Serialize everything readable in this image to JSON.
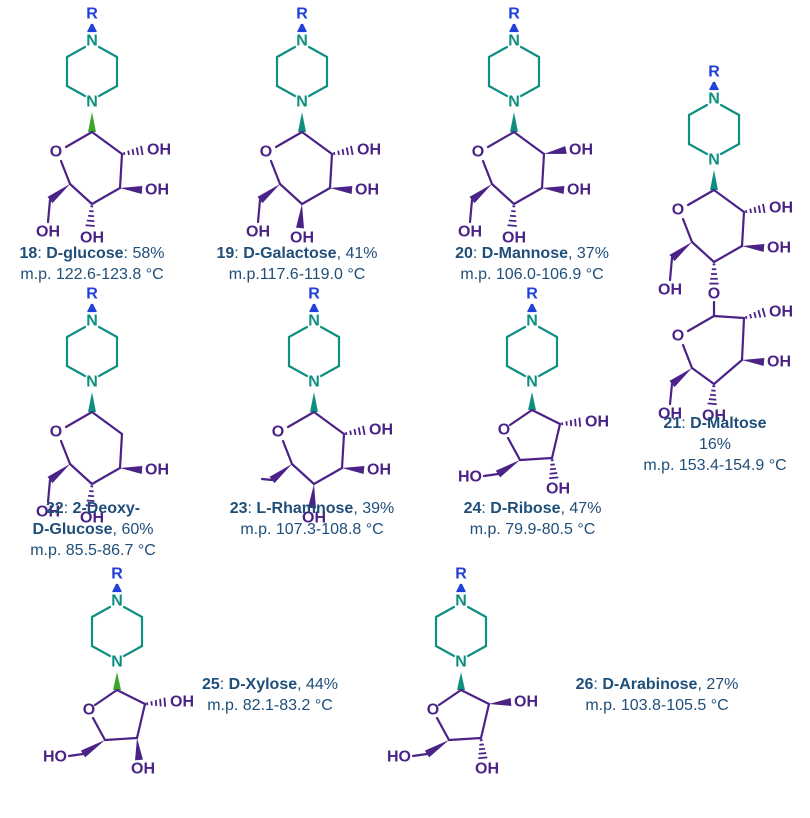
{
  "colors": {
    "r_group": "#1f3fd8",
    "piperazine": "#0e8f80",
    "sugar": "#4b2386",
    "caption": "#1f4e79",
    "beta_link": "#3da52a"
  },
  "atoms": {
    "R": "R",
    "N": "N",
    "O": "O",
    "OH": "OH",
    "HO": "HO"
  },
  "compounds": [
    {
      "num": "18",
      "sep": ": ",
      "name": "D-glucose",
      "yield": ": 58%",
      "mp": "m.p. 122.6-123.8 °C"
    },
    {
      "num": "19",
      "sep": ": ",
      "name": "D-Galactose",
      "yield": ", 41%",
      "mp": "m.p.117.6-119.0 °C"
    },
    {
      "num": "20",
      "sep": ": ",
      "name": "D-Mannose",
      "yield": ", 37%",
      "mp": "m.p. 106.0-106.9 °C"
    },
    {
      "num": "21",
      "sep": ": ",
      "name": "D-Maltose",
      "yield": "16%",
      "mp": "m.p. 153.4-154.9 °C"
    },
    {
      "num": "22",
      "sep": ": ",
      "name": "2-Deoxy-",
      "name2": "D-Glucose",
      "yield": ", 60%",
      "mp": "m.p. 85.5-86.7 °C"
    },
    {
      "num": "23",
      "sep": ": ",
      "name": "L-Rhamnose",
      "yield": ", 39%",
      "mp": "m.p. 107.3-108.8 °C"
    },
    {
      "num": "24",
      "sep": ": ",
      "name": "D-Ribose",
      "yield": ", 47%",
      "mp": "m.p. 79.9-80.5 °C"
    },
    {
      "num": "25",
      "sep": ": ",
      "name": "D-Xylose",
      "yield": ", 44%",
      "mp": "m.p. 82.1-83.2 °C"
    },
    {
      "num": "26",
      "sep": ": ",
      "name": "D-Arabinose",
      "yield": ", 27%",
      "mp": "m.p. 103.8-105.5 °C"
    }
  ]
}
